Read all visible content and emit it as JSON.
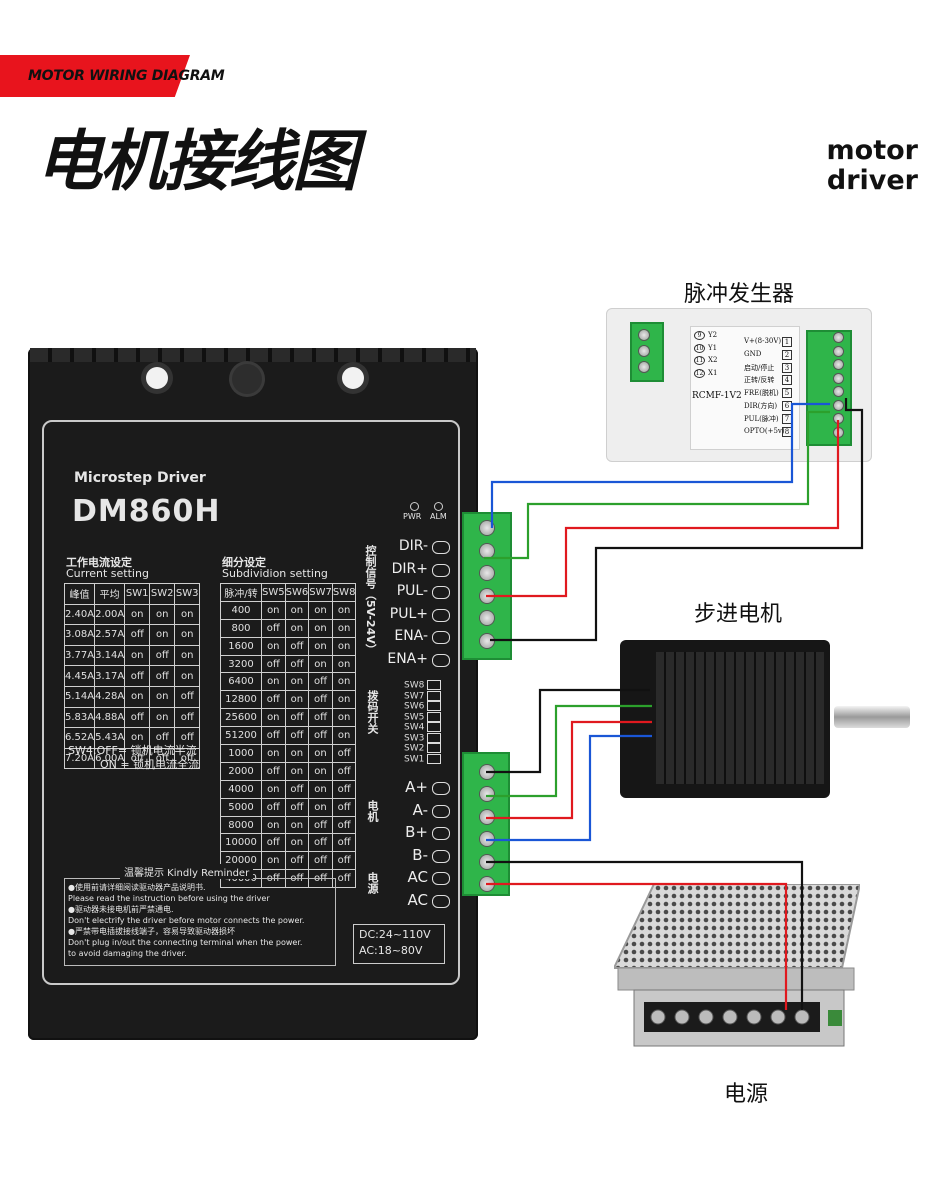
{
  "header": {
    "banner": "MOTOR WIRING DIAGRAM",
    "title": "电机接线图",
    "subtitle_line1": "motor",
    "subtitle_line2": "driver"
  },
  "labels": {
    "pulse_generator": "脉冲发生器",
    "stepper_motor": "步进电机",
    "power_supply": "电源"
  },
  "driver": {
    "brand": "Microstep Driver",
    "model": "DM860H",
    "leds": [
      "PWR",
      "ALM"
    ],
    "current_title_cn": "工作电流设定",
    "current_title_en": "Current setting",
    "current_headers": [
      "峰值",
      "平均",
      "SW1",
      "SW2",
      "SW3"
    ],
    "current_rows": [
      [
        "2.40A",
        "2.00A",
        "on",
        "on",
        "on"
      ],
      [
        "3.08A",
        "2.57A",
        "off",
        "on",
        "on"
      ],
      [
        "3.77A",
        "3.14A",
        "on",
        "off",
        "on"
      ],
      [
        "4.45A",
        "3.17A",
        "off",
        "off",
        "on"
      ],
      [
        "5.14A",
        "4.28A",
        "on",
        "on",
        "off"
      ],
      [
        "5.83A",
        "4.88A",
        "off",
        "on",
        "off"
      ],
      [
        "6.52A",
        "5.43A",
        "on",
        "off",
        "off"
      ],
      [
        "7.20A",
        "6.00A",
        "off",
        "off",
        "off"
      ]
    ],
    "sw4_note_1": "SW4:OFF= 锁机电流半流",
    "sw4_note_2": "ON = 锁机电流全流",
    "sub_title_cn": "细分设定",
    "sub_title_en": "Subdividion setting",
    "sub_headers": [
      "脉冲/转",
      "SW5",
      "SW6",
      "SW7",
      "SW8"
    ],
    "sub_rows": [
      [
        "400",
        "on",
        "on",
        "on",
        "on"
      ],
      [
        "800",
        "off",
        "on",
        "on",
        "on"
      ],
      [
        "1600",
        "on",
        "off",
        "on",
        "on"
      ],
      [
        "3200",
        "off",
        "off",
        "on",
        "on"
      ],
      [
        "6400",
        "on",
        "on",
        "off",
        "on"
      ],
      [
        "12800",
        "off",
        "on",
        "off",
        "on"
      ],
      [
        "25600",
        "on",
        "off",
        "off",
        "on"
      ],
      [
        "51200",
        "off",
        "off",
        "off",
        "on"
      ],
      [
        "1000",
        "on",
        "on",
        "on",
        "off"
      ],
      [
        "2000",
        "off",
        "on",
        "on",
        "off"
      ],
      [
        "4000",
        "on",
        "off",
        "on",
        "off"
      ],
      [
        "5000",
        "off",
        "off",
        "on",
        "off"
      ],
      [
        "8000",
        "on",
        "on",
        "off",
        "off"
      ],
      [
        "10000",
        "off",
        "on",
        "off",
        "off"
      ],
      [
        "20000",
        "on",
        "off",
        "off",
        "off"
      ],
      [
        "40000",
        "off",
        "off",
        "off",
        "off"
      ]
    ],
    "signal_side_label": "控制信号（5V-24V）",
    "signal_pins": [
      "DIR-",
      "DIR+",
      "PUL-",
      "PUL+",
      "ENA-",
      "ENA+"
    ],
    "dip_side_label": "拨码开关",
    "dip_switches": [
      "SW8",
      "SW7",
      "SW6",
      "SW5",
      "SW4",
      "SW3",
      "SW2",
      "SW1"
    ],
    "motor_side_label": "电机",
    "motor_pins": [
      "A+",
      "A-",
      "B+",
      "B-"
    ],
    "power_side_label": "电源",
    "power_pins": [
      "AC",
      "AC"
    ],
    "reminder_title": "温馨提示 Kindly Reminder",
    "reminder_lines": [
      "●使用前请详细阅读驱动器产品说明书.",
      "Please read the instruction before using the driver",
      "●驱动器未接电机前严禁通电.",
      "Don't electrify the driver before motor connects the power.",
      "●严禁带电插拔接线端子，容易导致驱动器损坏",
      "Don't plug in/out the connecting terminal when the power.",
      "to avoid damaging the driver."
    ],
    "dc_range": "DC:24~110V",
    "ac_range": "AC:18~80V"
  },
  "pulse_generator": {
    "left_pins": [
      [
        "9",
        "Y2"
      ],
      [
        "10",
        "Y1"
      ],
      [
        "11",
        "X2"
      ],
      [
        "12",
        "X1"
      ]
    ],
    "model": "RCMF-1V2",
    "right_pins": [
      [
        "V+(8-30V)",
        "1"
      ],
      [
        "GND",
        "2"
      ],
      [
        "启动/停止",
        "3"
      ],
      [
        "正转/反转",
        "4"
      ],
      [
        "FRE(脱机)",
        "5"
      ],
      [
        "DIR(方向)",
        "6"
      ],
      [
        "PUL(脉冲)",
        "7"
      ],
      [
        "OPTO(+5v)",
        "8"
      ]
    ]
  },
  "wire_colors": {
    "blue": "#1a56d6",
    "green": "#2ca02c",
    "red": "#e0191f",
    "black": "#111111",
    "terminal": "#2fb54a",
    "accent": "#e8141d"
  }
}
